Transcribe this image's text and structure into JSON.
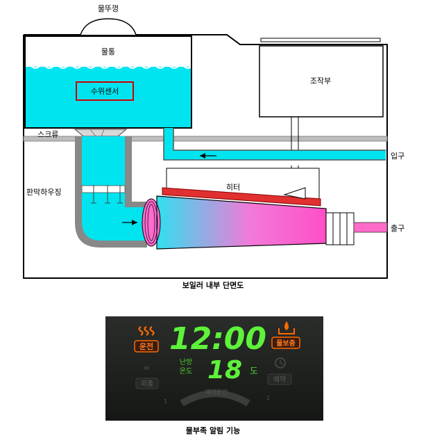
{
  "diagram": {
    "labels": {
      "lid": "물뚜껑",
      "tank": "물통",
      "sensor": "수위센서",
      "screw": "스크류",
      "housing": "판막하우징",
      "heater": "히터",
      "control": "조작부",
      "inlet": "입구",
      "outlet": "출구"
    },
    "caption": "보일러 내부 단면도",
    "colors": {
      "water": "#00e4f0",
      "heater": "#e03030",
      "pipe": "#888888",
      "sensor_border": "#cc0000",
      "chamber_pink": "#ff6bd0"
    }
  },
  "panel": {
    "left_button_top": "운전",
    "left_button_bottom": "외출",
    "right_button_top": "물보충",
    "right_button_bottom": "예약",
    "temp_label": "난방\n온도",
    "temp_label_line1": "난방",
    "temp_label_line2": "온도",
    "temp_unit": "도",
    "reserve_label": "예약운전",
    "clock": "12:00",
    "temperature": "18",
    "small_left": "1",
    "small_right": "2",
    "caption": "물부족 알림 기능",
    "colors": {
      "digits": "#5ef23a",
      "warning": "#ff6a00",
      "background": "#1c1f1c"
    }
  }
}
